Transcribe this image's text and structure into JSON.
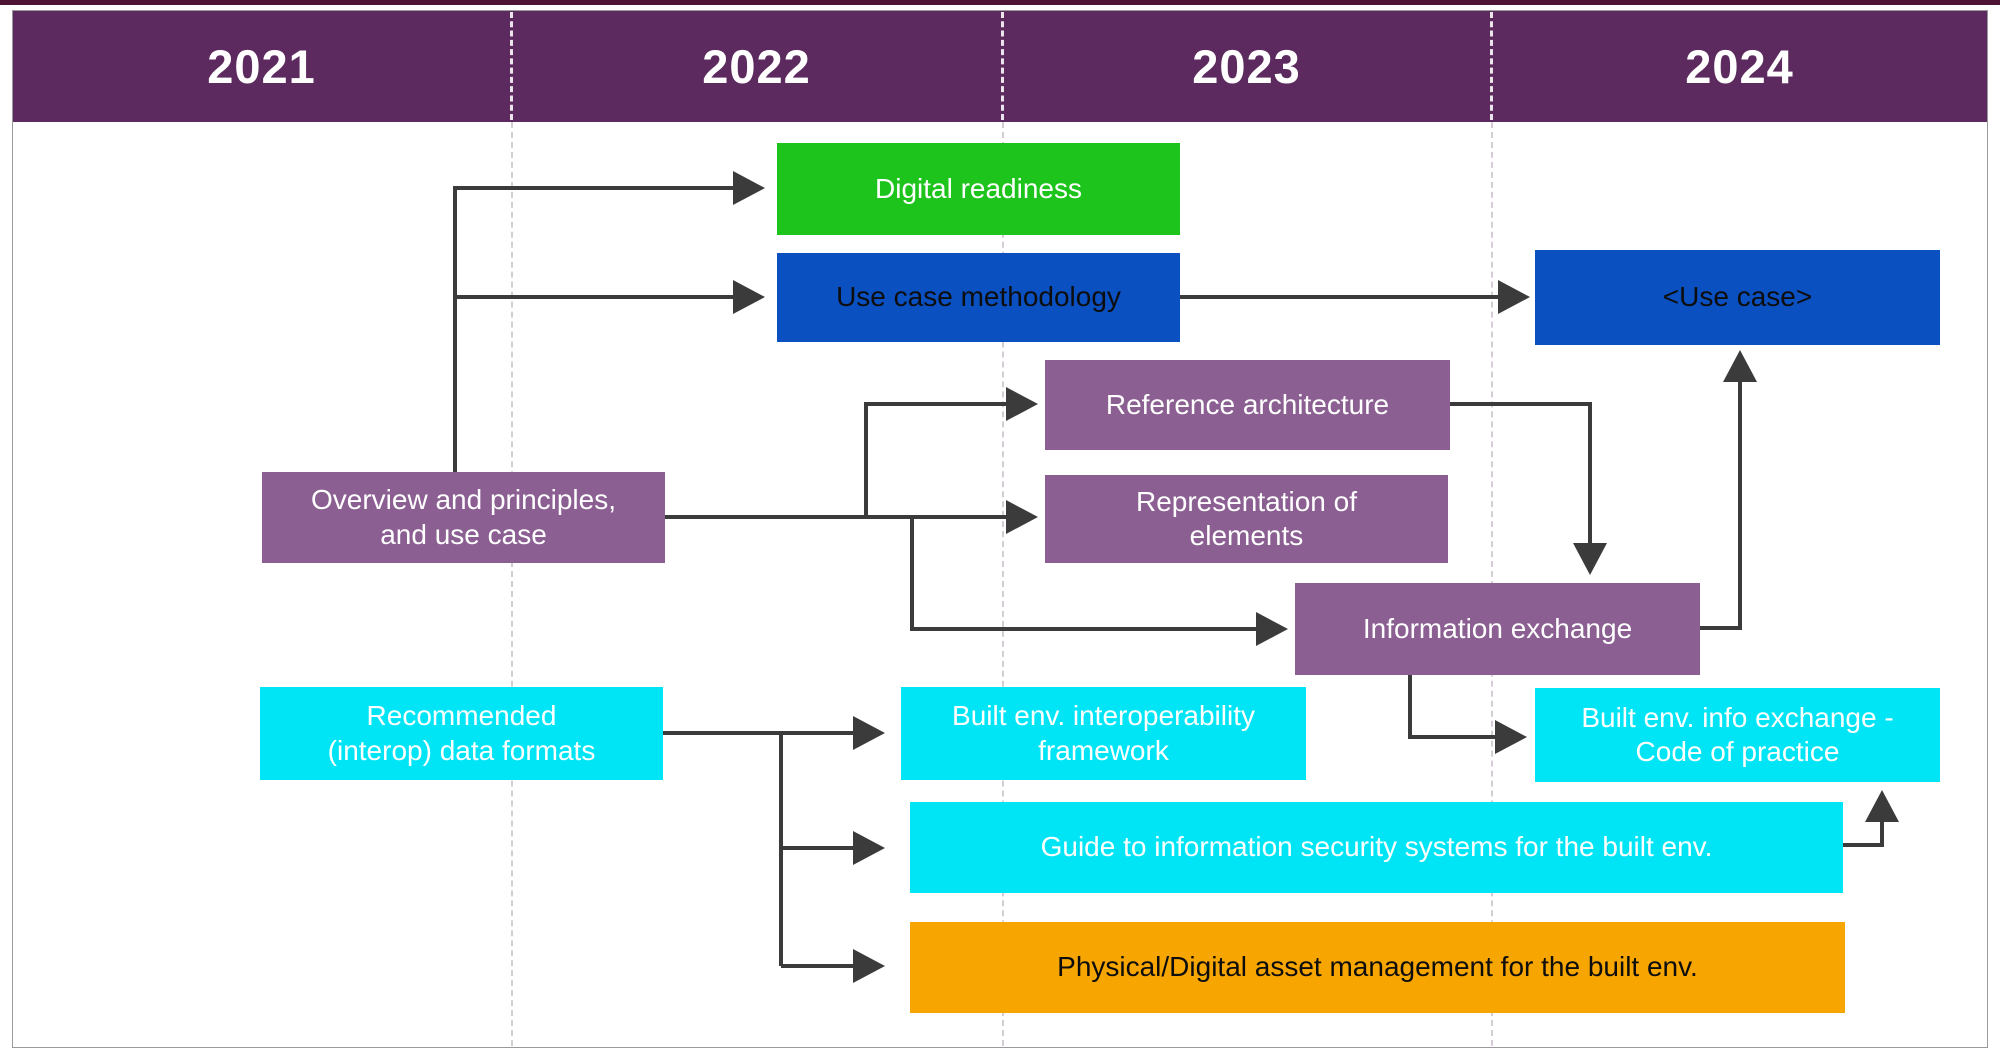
{
  "header": {
    "years": [
      "2021",
      "2022",
      "2023",
      "2024"
    ]
  },
  "nodes": {
    "digital_readiness": {
      "label": "Digital readiness",
      "fill": "#1cc41c",
      "text_color": "#ffffff"
    },
    "use_case_methodology": {
      "label": "Use case methodology",
      "fill": "#0b50c0",
      "text_color": "#0d0d0d"
    },
    "use_case_future": {
      "label": "<Use case>",
      "fill": "#0b50c0",
      "text_color": "#0d0d0d"
    },
    "reference_architecture": {
      "label": "Reference architecture",
      "fill": "#8b5f92",
      "text_color": "#ffffff"
    },
    "representation_of_elements": {
      "label": "Representation of\nelements",
      "fill": "#8b5f92",
      "text_color": "#ffffff"
    },
    "overview_principles": {
      "label": "Overview and principles,\nand use case",
      "fill": "#8b5f92",
      "text_color": "#ffffff"
    },
    "information_exchange": {
      "label": "Information exchange",
      "fill": "#8b5f92",
      "text_color": "#ffffff"
    },
    "recommended_formats": {
      "label": "Recommended\n(interop) data formats",
      "fill": "#00e5f5",
      "text_color": "#ffffff"
    },
    "interoperability_framework": {
      "label": "Built env. interoperability\nframework",
      "fill": "#00e5f5",
      "text_color": "#ffffff"
    },
    "info_exchange_cop": {
      "label": "Built env. info exchange -\nCode of practice",
      "fill": "#00e5f5",
      "text_color": "#ffffff"
    },
    "security_guide": {
      "label": "Guide to information security systems for the built env.",
      "fill": "#00e5f5",
      "text_color": "#ffffff"
    },
    "asset_management": {
      "label": "Physical/Digital asset management for the built env.",
      "fill": "#f7a500",
      "text_color": "#0d0d0d"
    }
  },
  "connections": [
    {
      "from": "overview_principles",
      "to": "digital_readiness"
    },
    {
      "from": "overview_principles",
      "to": "use_case_methodology"
    },
    {
      "from": "overview_principles",
      "to": "reference_architecture"
    },
    {
      "from": "overview_principles",
      "to": "representation_of_elements"
    },
    {
      "from": "overview_principles",
      "to": "information_exchange"
    },
    {
      "from": "use_case_methodology",
      "to": "use_case_future"
    },
    {
      "from": "reference_architecture",
      "to": "information_exchange"
    },
    {
      "from": "information_exchange",
      "to": "use_case_future"
    },
    {
      "from": "information_exchange",
      "to": "info_exchange_cop"
    },
    {
      "from": "recommended_formats",
      "to": "interoperability_framework"
    },
    {
      "from": "recommended_formats",
      "to": "security_guide"
    },
    {
      "from": "recommended_formats",
      "to": "asset_management"
    },
    {
      "from": "security_guide",
      "to": "info_exchange_cop"
    }
  ],
  "colors": {
    "header_purple": "#5c2a5e",
    "box_purple": "#8b5f92",
    "green": "#1cc41c",
    "blue": "#0b50c0",
    "cyan": "#00e5f5",
    "orange": "#f7a500",
    "arrow": "#3b3b3b",
    "header_divider_dash": "#f2eff2",
    "body_divider_dash": "#d5cdd6",
    "frame_border": "#9a9a9a",
    "top_strip": "#4c1332"
  }
}
